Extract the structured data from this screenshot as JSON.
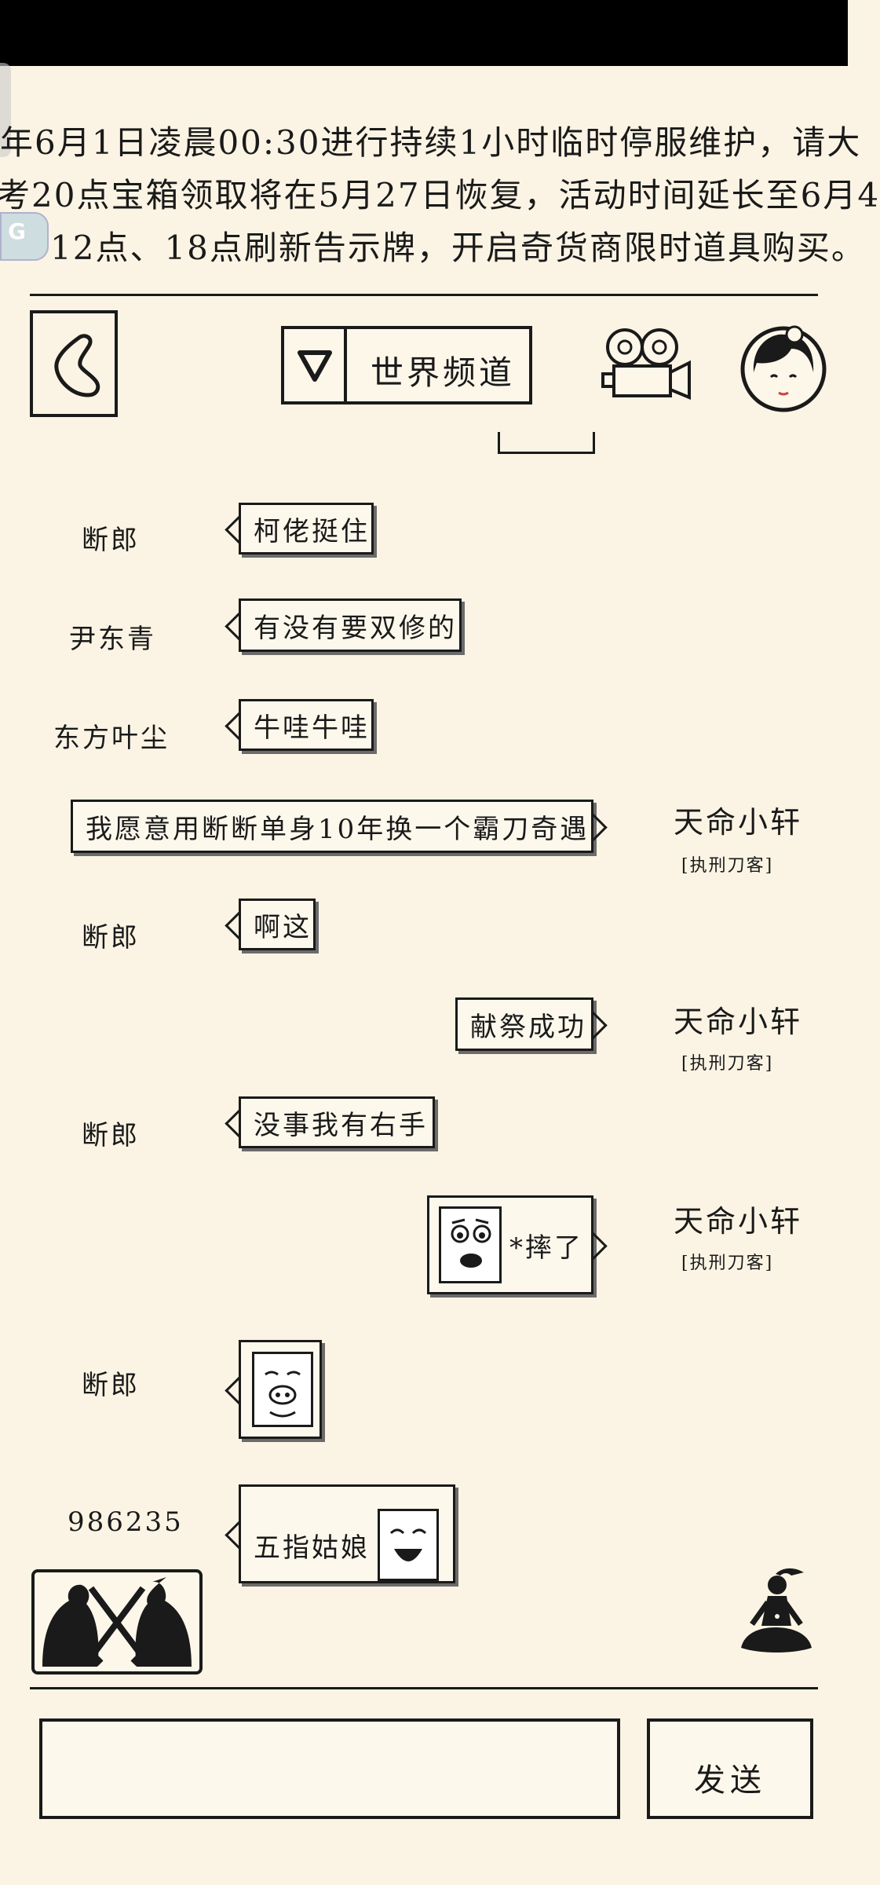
{
  "notice": {
    "line1": "年6月1日凌晨00:30进行持续1小时临时停服维护，请大",
    "line2": "考20点宝箱领取将在5月27日恢复，活动时间延长至6月4",
    "line3": "12点、18点刷新告示牌，开启奇货商限时道具购买。"
  },
  "header": {
    "channel_label": "世界频道"
  },
  "messages": [
    {
      "user": "断郎",
      "text": "柯佬挺住"
    },
    {
      "user": "尹东青",
      "text": "有没有要双修的"
    },
    {
      "user": "东方叶尘",
      "text": "牛哇牛哇"
    },
    {
      "user": "天命小轩",
      "title": "[执刑刀客]",
      "text": "我愿意用断断单身10年换一个霸刀奇遇"
    },
    {
      "user": "断郎",
      "text": "啊这"
    },
    {
      "user": "天命小轩",
      "title": "[执刑刀客]",
      "text": "献祭成功"
    },
    {
      "user": "断郎",
      "text": "没事我有右手"
    },
    {
      "user": "天命小轩",
      "title": "[执刑刀客]",
      "text": "*摔了"
    },
    {
      "user": "断郎",
      "text": ""
    },
    {
      "user": "986235",
      "text": "五指姑娘"
    }
  ],
  "input": {
    "placeholder": "",
    "send_label": "发送"
  },
  "colors": {
    "background": "#fbf4e4",
    "ink": "#1a1a1a",
    "status_bar": "#000000"
  },
  "icons": {
    "back": "back-arrow-icon",
    "dropdown": "triangle-down-icon",
    "video": "video-camera-icon",
    "avatar": "girl-avatar-icon",
    "pvp": "crossed-swords-icon",
    "meditate": "meditating-figure-icon"
  }
}
